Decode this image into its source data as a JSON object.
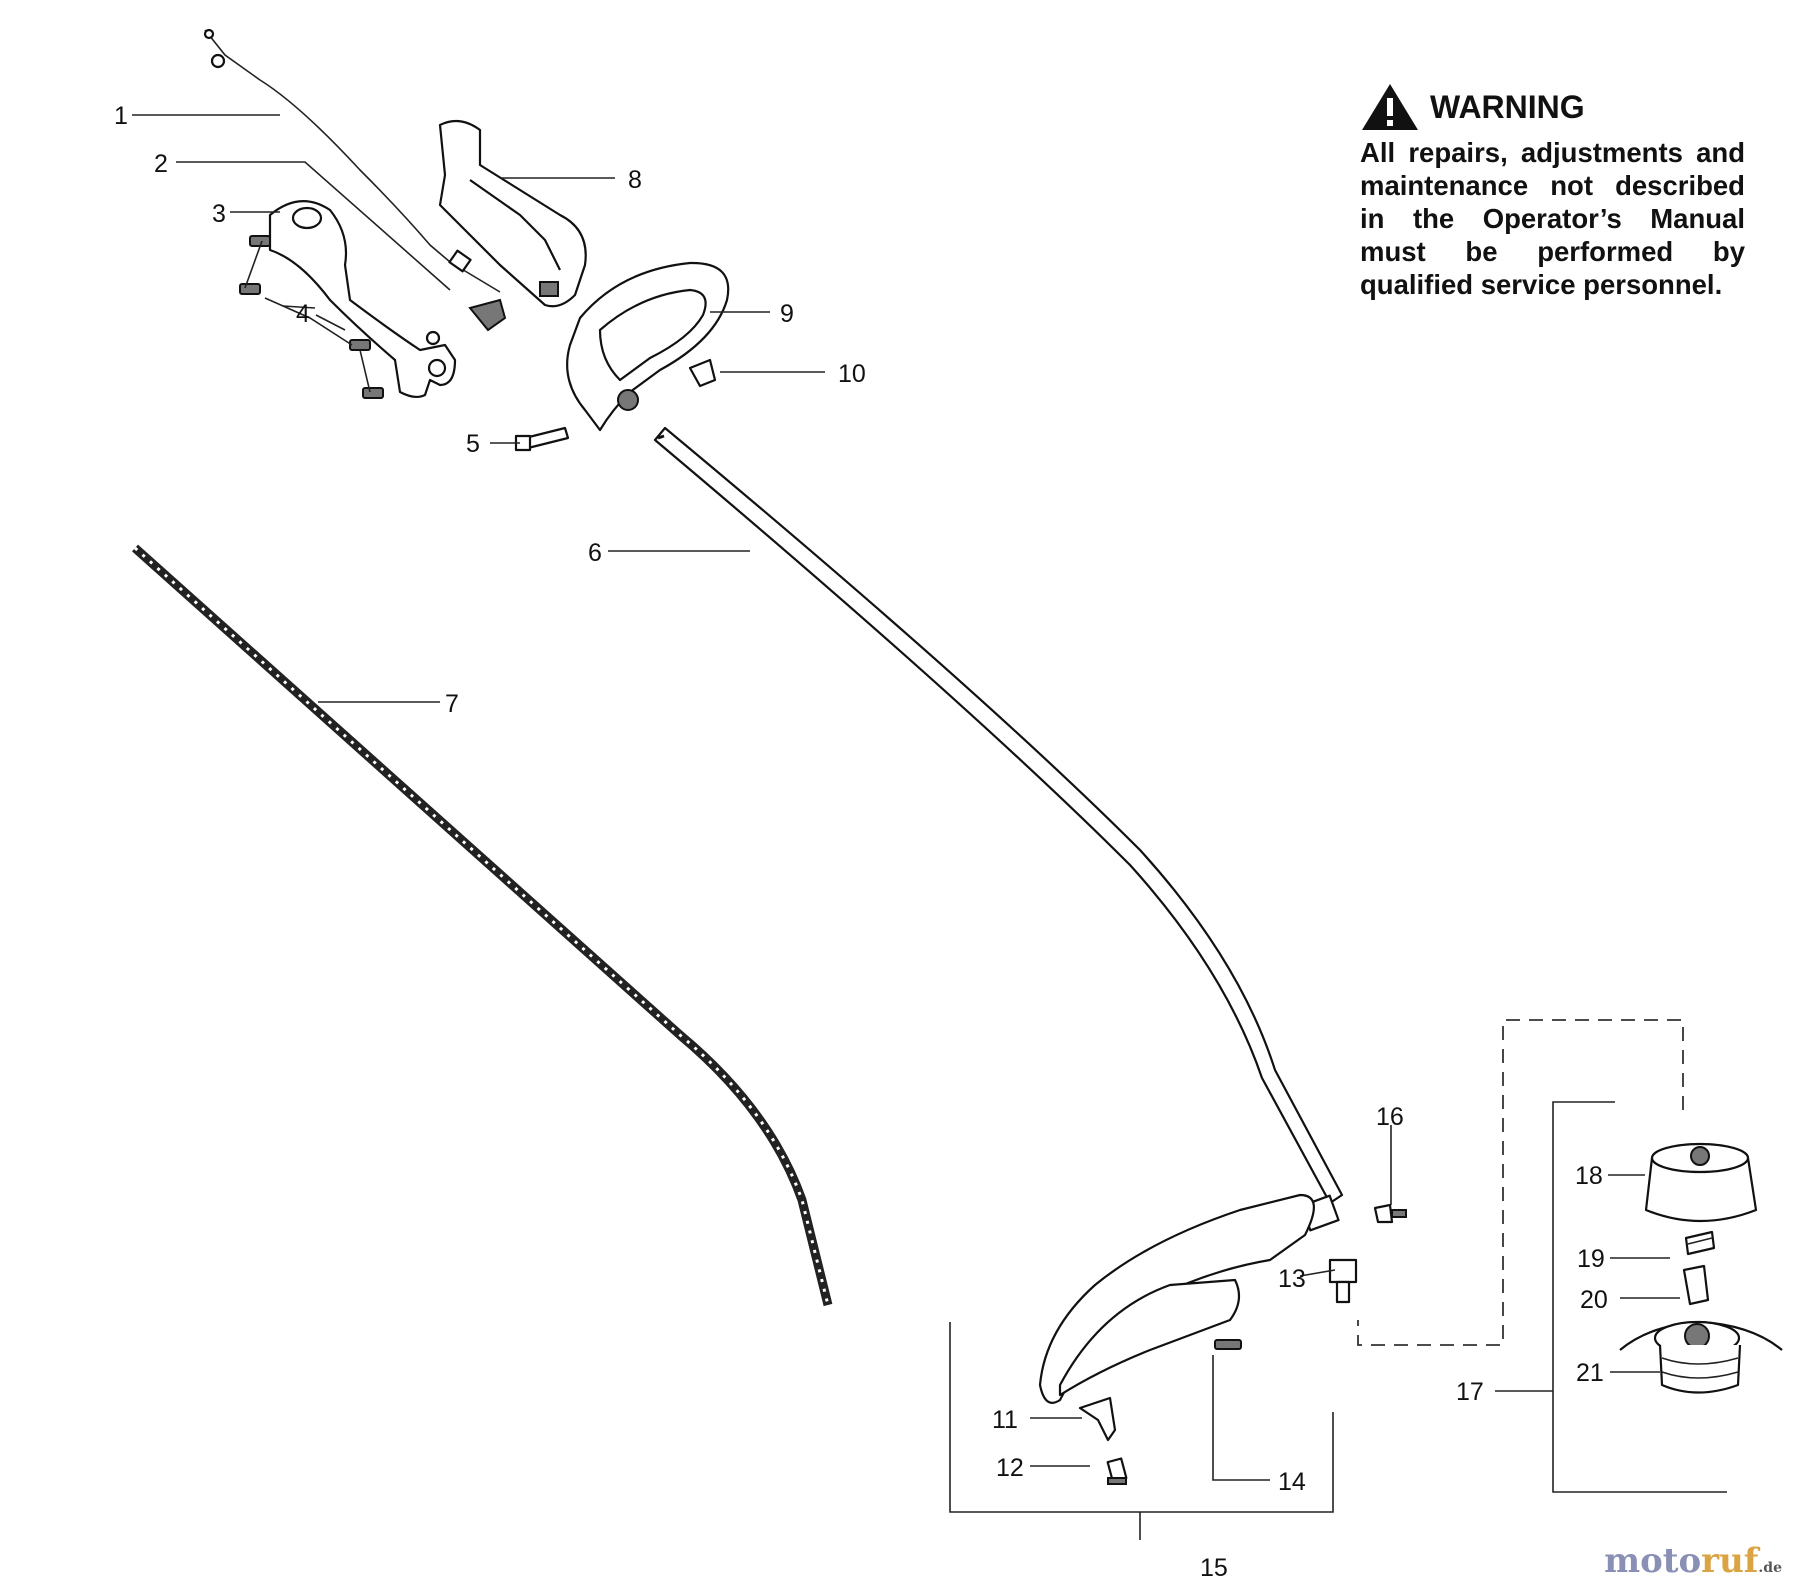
{
  "warning": {
    "icon": "warning-triangle-icon",
    "title": "WARNING",
    "text": "All repairs, adjustments and maintenance not described in the Operator’s Manual must be performed by qualified service personnel."
  },
  "part_labels": [
    "1",
    "2",
    "3",
    "4",
    "5",
    "6",
    "7",
    "8",
    "9",
    "10",
    "11",
    "12",
    "13",
    "14",
    "15",
    "16",
    "17",
    "18",
    "19",
    "20",
    "21"
  ],
  "watermark": {
    "part1": "moto",
    "part2": "ruf",
    "suffix": ".de"
  }
}
